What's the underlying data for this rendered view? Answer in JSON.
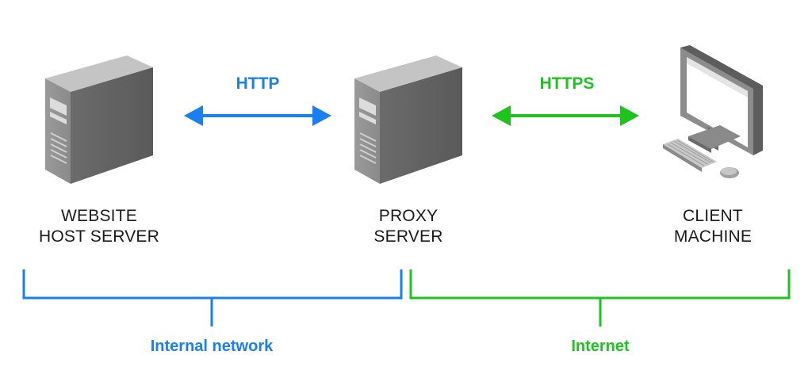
{
  "nodes": {
    "website_host": {
      "line1": "WEBSITE",
      "line2": "HOST SERVER"
    },
    "proxy": {
      "line1": "PROXY",
      "line2": "SERVER"
    },
    "client": {
      "line1": "CLIENT",
      "line2": "MACHINE"
    }
  },
  "connections": {
    "left": {
      "label": "HTTP",
      "color": "#1a7ff0"
    },
    "right": {
      "label": "HTTPS",
      "color": "#1ec41e"
    }
  },
  "zones": {
    "internal": {
      "label": "Internal network",
      "color": "#1a7ff0"
    },
    "internet": {
      "label": "Internet",
      "color": "#1ec41e"
    }
  },
  "icons": [
    "server-icon",
    "server-icon",
    "desktop-computer-icon"
  ]
}
